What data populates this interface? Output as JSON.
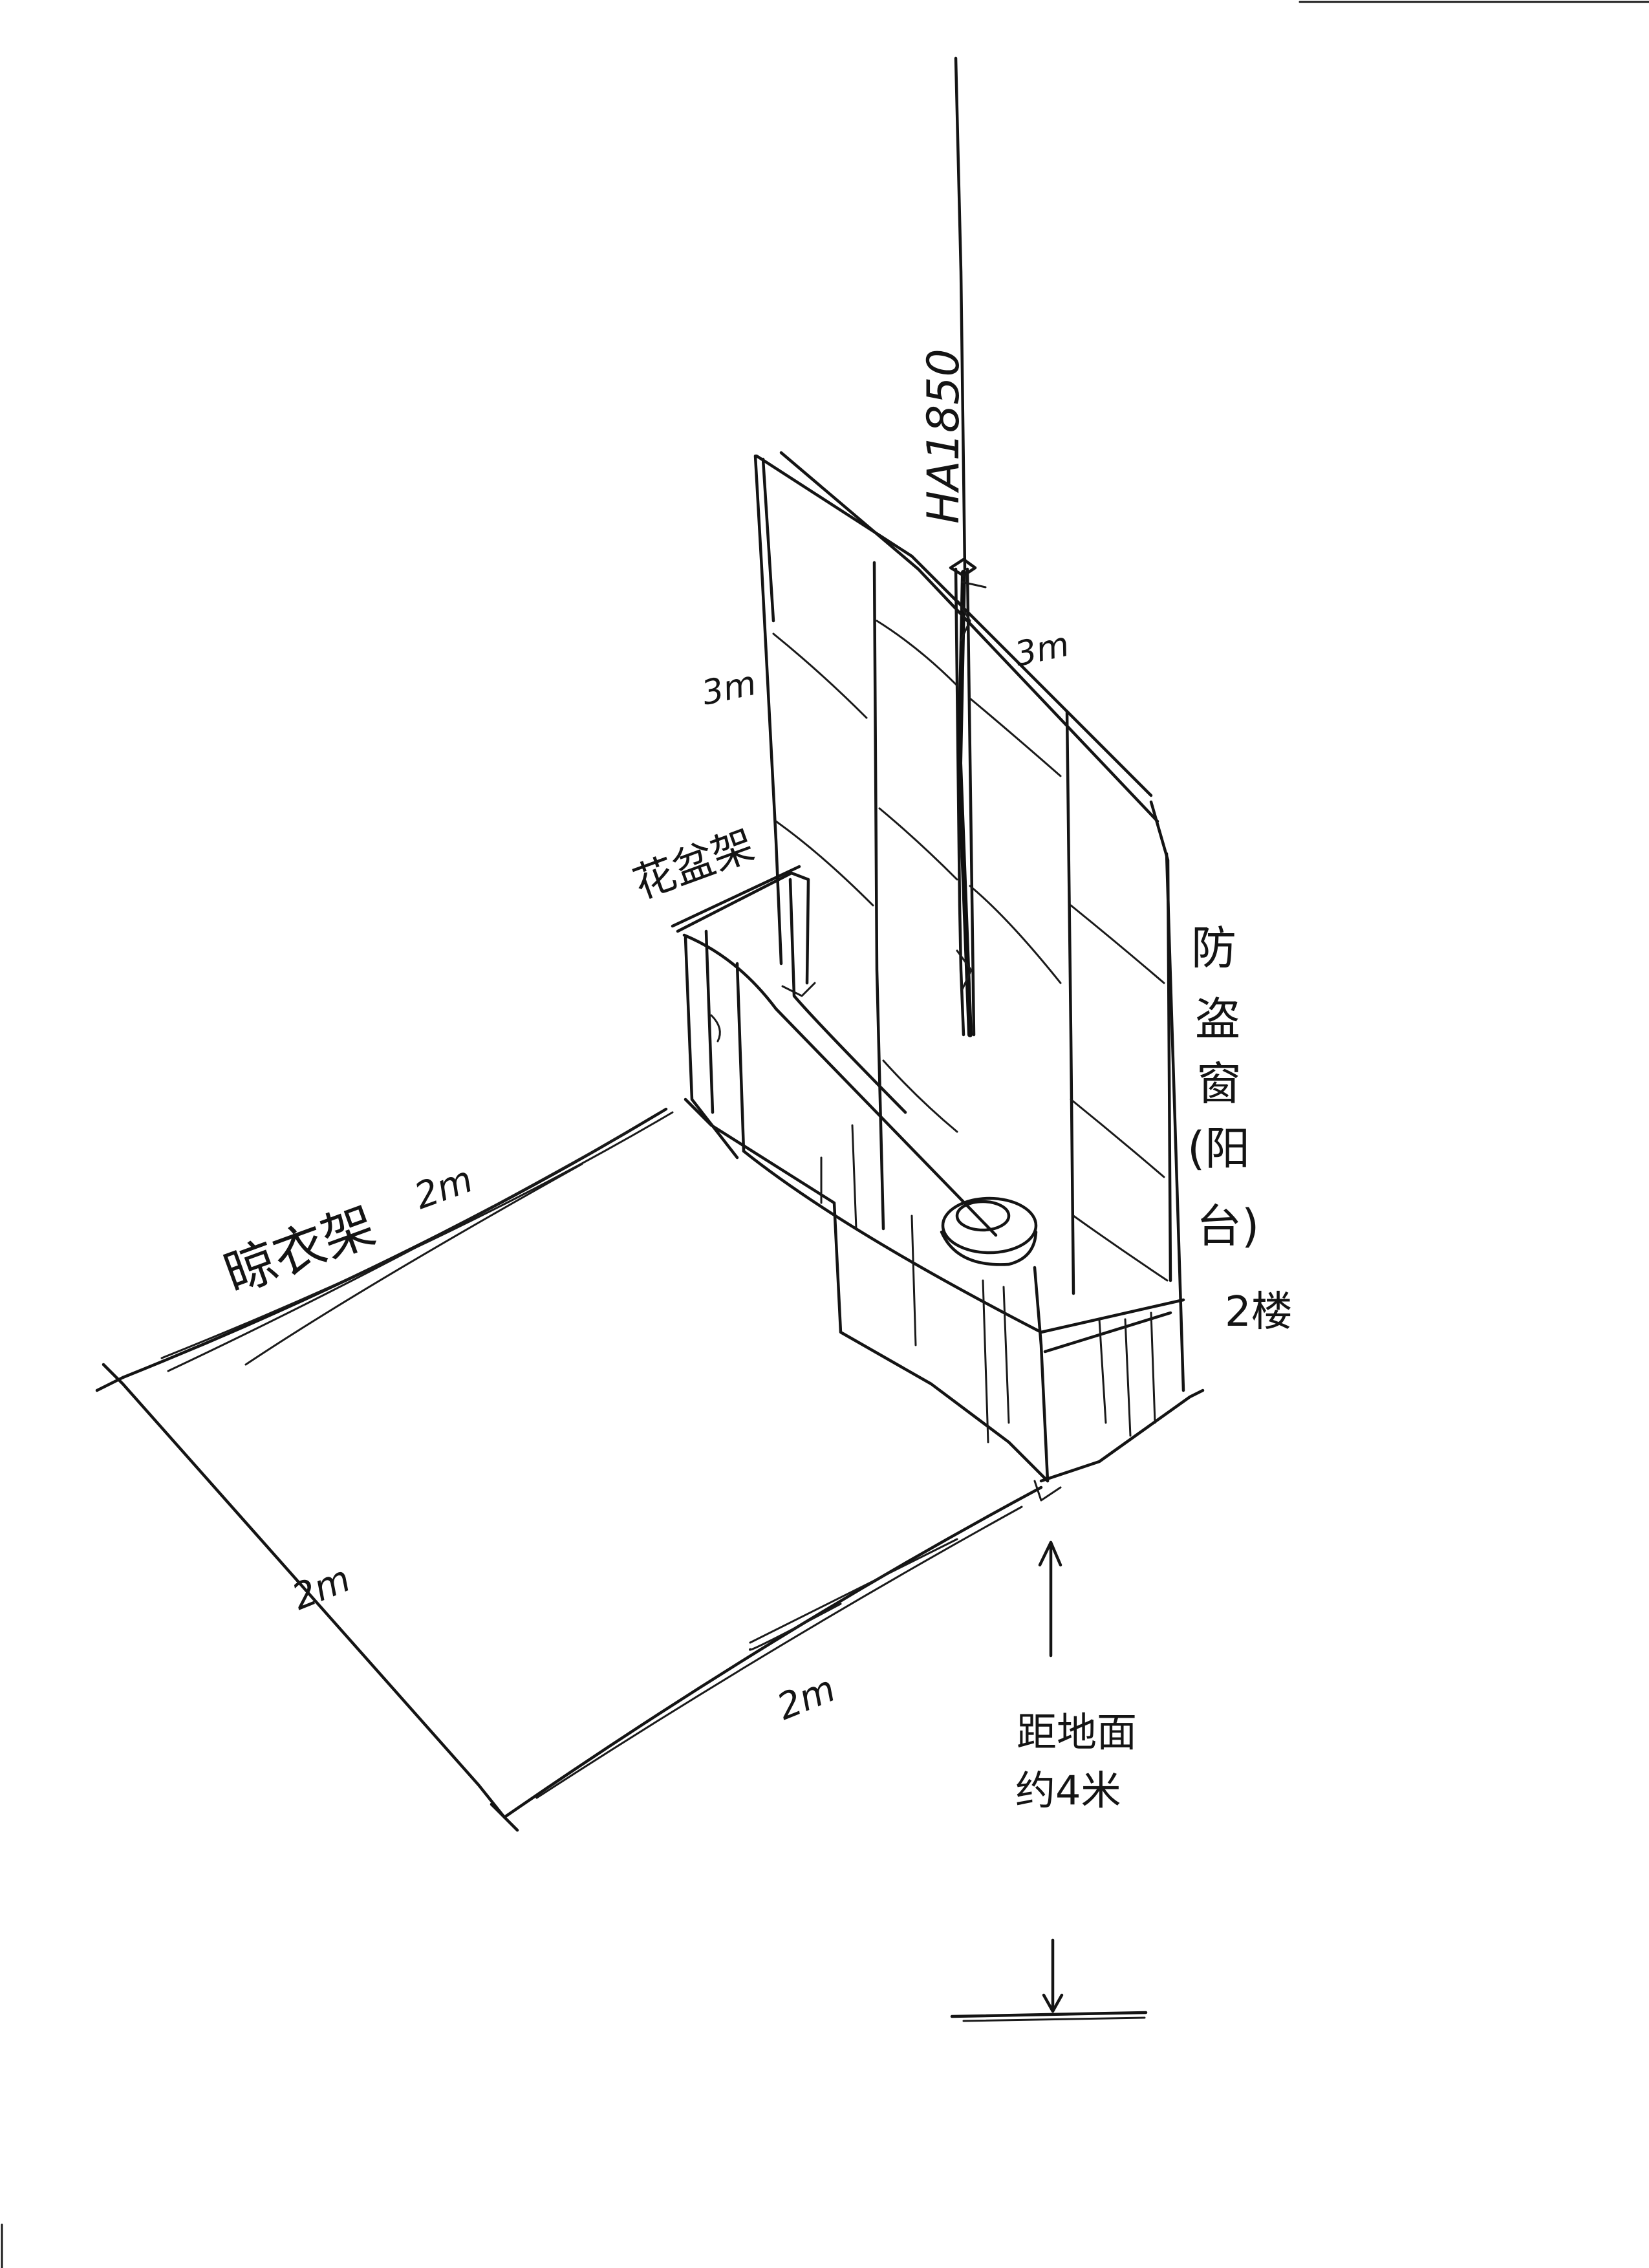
{
  "labels": {
    "antenna_model": "HA1850",
    "antenna_length": "3m",
    "grille_height": "3m",
    "flower_rack": "花盆架",
    "drying_rack": "晾衣架",
    "drying_rack_length": "2m",
    "side_left": "2m",
    "side_bottom": "2m",
    "window_line1": "防",
    "window_line2": "盗",
    "window_line3": "窗",
    "window_line4": "(阳",
    "window_line5": "台)",
    "floor": "2楼",
    "ground_line1": "距地面",
    "ground_line2": "约4米"
  }
}
